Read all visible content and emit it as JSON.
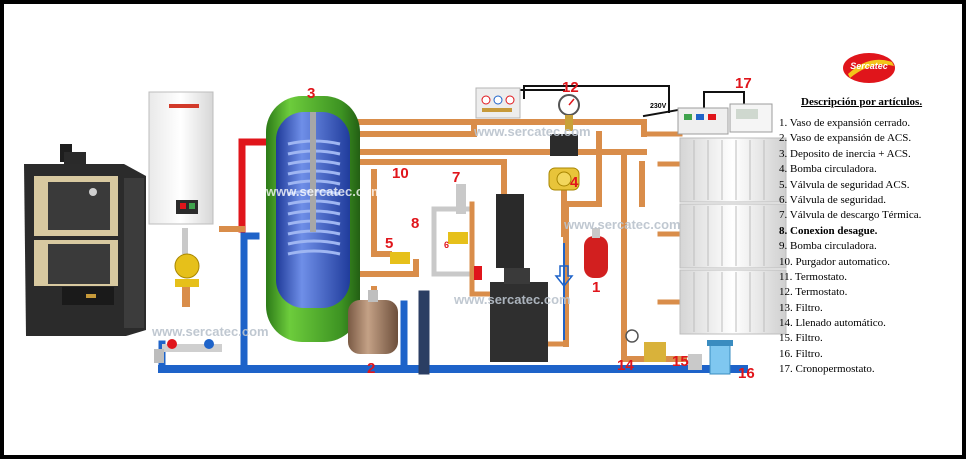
{
  "logo": {
    "text": "Sercatec"
  },
  "watermark": "www.sercatec.com",
  "callouts": {
    "n1": "1",
    "n2": "2",
    "n3": "3",
    "n4": "4",
    "n5": "5",
    "n6": "6",
    "n7": "7",
    "n8": "8",
    "n10": "10",
    "n12": "12",
    "n14": "14",
    "n15": "15",
    "n16": "16",
    "n17": "17"
  },
  "voltage_label": "230V",
  "legend": {
    "title": "Descripción por artículos.",
    "items": [
      "1. Vaso de expansión cerrado.",
      "2. Vaso de expansión  de ACS.",
      "3. Deposito de inercia + ACS.",
      "4. Bomba circuladora.",
      "5. Válvula de seguridad ACS.",
      "6. Válvula de seguridad.",
      "7. Válvula de descargo Térmica.",
      "8. Conexion desague.",
      "9. Bomba circuladora.",
      "10. Purgador automatico.",
      "11. Termostato.",
      "12. Termostato.",
      "13. Filtro.",
      "14. Llenado automático.",
      "15. Filtro.",
      "16. Filtro.",
      "17. Cronopermostato."
    ]
  },
  "colors": {
    "red_pipe": "#e0151b",
    "blue_pipe": "#1e63c9",
    "copper_pipe": "#d98d4a",
    "tank_green": "#4fa32a",
    "tank_blue": "#2b4fb3",
    "stove": "#2b2b2b",
    "callout_red": "#e0151b"
  }
}
